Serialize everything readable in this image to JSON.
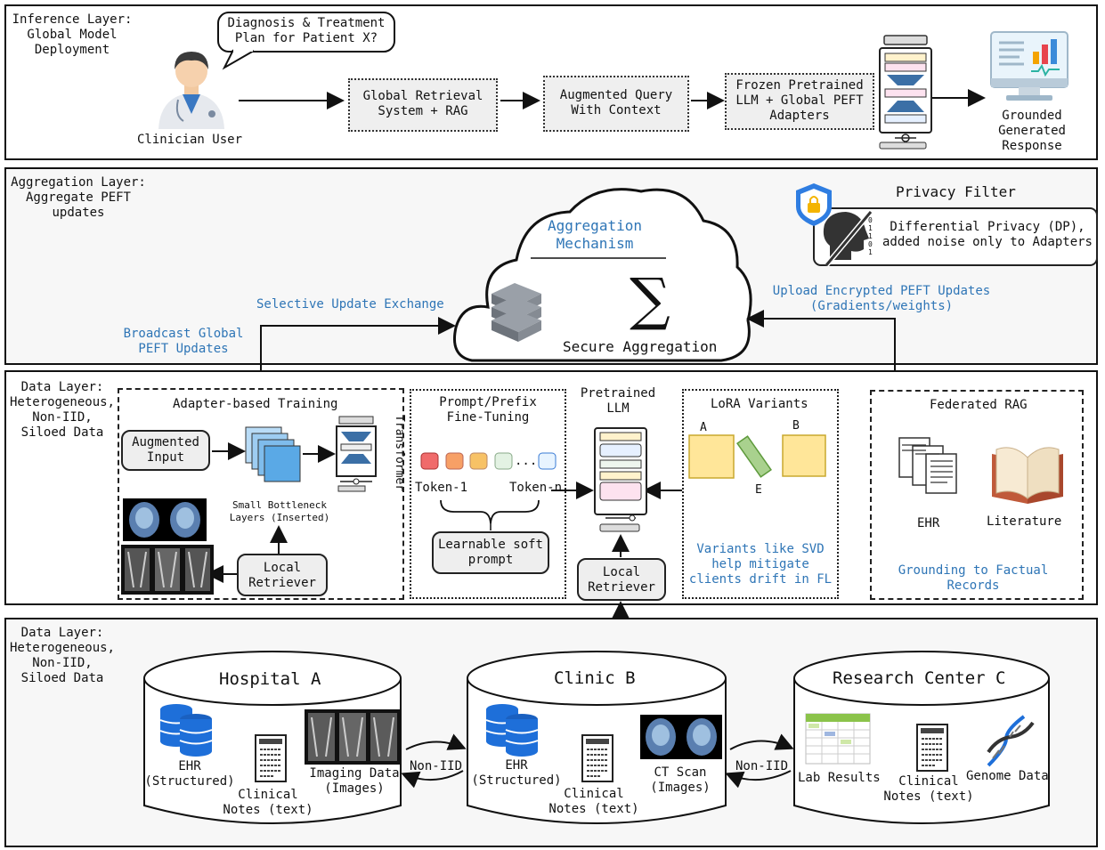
{
  "inference": {
    "layer_label": "Inference Layer:\nGlobal Model\nDeployment",
    "speech": "Diagnosis & Treatment\nPlan for Patient X?",
    "clinician": "Clinician User",
    "retrieval": "Global Retrieval\nSystem + RAG",
    "augmented_query": "Augmented Query\nWith Context",
    "frozen_llm": "Frozen Pretrained\nLLM + Global PEFT\nAdapters",
    "response": "Grounded\nGenerated\nResponse"
  },
  "aggregation": {
    "layer_label": "Aggregation Layer:\nAggregate PEFT\nupdates",
    "mechanism": "Aggregation\nMechanism",
    "sigma": "∑",
    "secure": "Secure Aggregation",
    "privacy_title": "Privacy Filter",
    "privacy_text": "Differential Privacy (DP),\nadded noise only to Adapters",
    "binary": "0\n1\n1\n0\n1",
    "selective": "Selective Update Exchange",
    "broadcast": "Broadcast Global\nPEFT Updates",
    "upload": "Upload Encrypted PEFT Updates\n(Gradients/weights)"
  },
  "training": {
    "layer_label": "Data Layer:\nHeterogeneous,\nNon-IID,\nSiloed Data",
    "adapter_title": "Adapter-based Training",
    "augmented_input": "Augmented\nInput",
    "bottleneck": "Small Bottleneck\nLayers (Inserted)",
    "transformer": "Transformer",
    "local_retriever_1": "Local\nRetriever",
    "prompt_title": "Prompt/Prefix\nFine-Tuning",
    "token_1": "Token-1",
    "token_dots": "...",
    "token_n": "Token-n",
    "soft_prompt": "Learnable soft\nprompt",
    "pretrained": "Pretrained\nLLM",
    "local_retriever_2": "Local\nRetriever",
    "lora_title": "LoRA Variants",
    "lora_a": "A",
    "lora_b": "B",
    "lora_e": "E",
    "lora_note": "Variants like SVD\nhelp mitigate\nclients drift in FL",
    "frag_title": "Federated RAG",
    "ehr": "EHR",
    "literature": "Literature",
    "grounding": "Grounding to Factual\nRecords"
  },
  "data": {
    "layer_label": "Data Layer:\nHeterogeneous,\nNon-IID,\nSiloed Data",
    "hospital": "Hospital A",
    "h_ehr": "EHR\n(Structured)",
    "h_notes": "Clinical\nNotes (text)",
    "h_imaging": "Imaging Data\n(Images)",
    "clinic": "Clinic B",
    "c_ehr": "EHR\n(Structured)",
    "c_notes": "Clinical\nNotes (text)",
    "c_ct": "CT Scan\n(Images)",
    "research": "Research Center C",
    "r_lab": "Lab Results",
    "r_notes": "Clinical\nNotes (text)",
    "r_genome": "Genome Data",
    "noniid_1": "Non-IID",
    "noniid_2": "Non-IID"
  },
  "colors": {
    "accent_blue": "#2e75b6",
    "adapter_blue": "#5aa9e6",
    "lora_yellow": "#ffe699",
    "lora_green": "#a9d18e",
    "db_blue": "#1e6fd9"
  }
}
